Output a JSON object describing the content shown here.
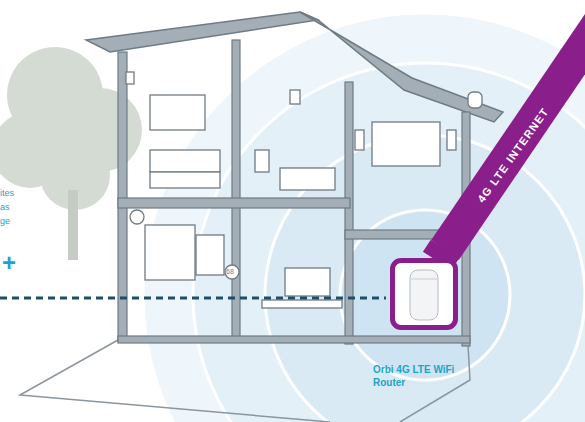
{
  "diagram": {
    "nodes": [
      {
        "text": [
          "4G LTE INTERNET"
        ]
      },
      {
        "text": [
          "Orbi 4G LTE WiFi Router"
        ]
      }
    ],
    "edges": [
      {
        "from": 0,
        "to": 1,
        "arrow": "none"
      }
    ],
    "labels": [
      "ites",
      "as",
      "ge",
      "+",
      "68"
    ]
  }
}
